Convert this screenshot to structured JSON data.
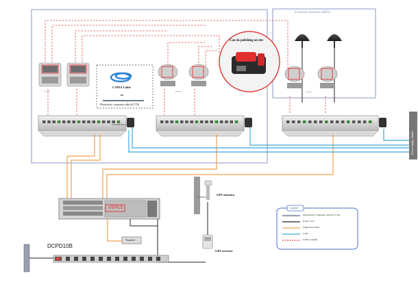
{
  "external_antenna_label": "External antenna pRRU",
  "polishing_label": "Can do polishing on site",
  "cable_box": {
    "line1": "CAT6A Cable",
    "line2": "or",
    "line3": "Photoelectric composite cable (6/17/7&"
  },
  "vbp_label": "VBPc5",
  "dcpd_label": "DCPD10B",
  "ac_dc_label": "AC(DC) 1/1/2",
  "transfer_label": "Transfer",
  "gps_antenna_label": "GPS antenna",
  "gps_arrester_label": "GPS arrester",
  "hub_label": "AAA,RHUB,ACCESS",
  "side_panel_label": "Power supply cabinet",
  "dots": "......",
  "legend": {
    "title": "Legend",
    "items": [
      {
        "label": "Photoelectric composite cable (6/17/7&",
        "color": "#9aa4b2",
        "style": "composite"
      },
      {
        "label": "Power Cord",
        "color": "#222222",
        "style": "solid"
      },
      {
        "label": "Single mode fiber",
        "color": "#f0a050",
        "style": "solid"
      },
      {
        "label": "Cable",
        "color": "#3da8d8",
        "style": "solid"
      },
      {
        "label": "Cat6a or pigtail",
        "color": "#e04040",
        "style": "dashed"
      }
    ]
  },
  "colors": {
    "frame": "#8a96c6",
    "fiber": "#f0a050",
    "cable": "#3da8d8",
    "pigtail": "#e04040",
    "power": "#222222"
  }
}
